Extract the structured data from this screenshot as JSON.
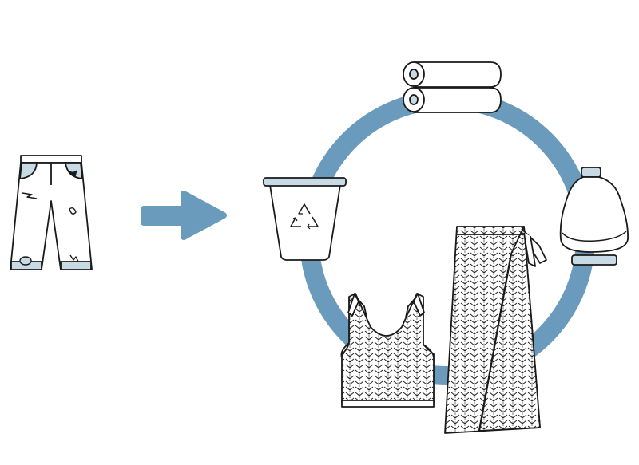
{
  "diagram": {
    "nodes": [
      {
        "id": "worn-jeans",
        "icon": "damaged-jeans-icon"
      },
      {
        "id": "recycling-bin",
        "icon": "recycling-bin-icon"
      },
      {
        "id": "fabric-rolls",
        "icon": "fabric-rolls-icon"
      },
      {
        "id": "yarn-spool",
        "icon": "yarn-spool-icon"
      },
      {
        "id": "knit-crop-top",
        "icon": "knit-crop-top-icon"
      },
      {
        "id": "knit-wrap-skirt",
        "icon": "knit-wrap-skirt-icon"
      }
    ],
    "edges": [
      {
        "from": "worn-jeans",
        "to": "recycling-bin",
        "type": "arrow"
      }
    ],
    "cycle": [
      "recycling-bin",
      "fabric-rolls",
      "yarn-spool",
      "knit-wrap-skirt",
      "knit-crop-top"
    ]
  },
  "colors": {
    "cycle_ring": "#6b9bbc",
    "arrow": "#6b9bbc",
    "accent_fill": "#c8dae3",
    "outline": "#1a1a1a",
    "background": "#ffffff"
  }
}
